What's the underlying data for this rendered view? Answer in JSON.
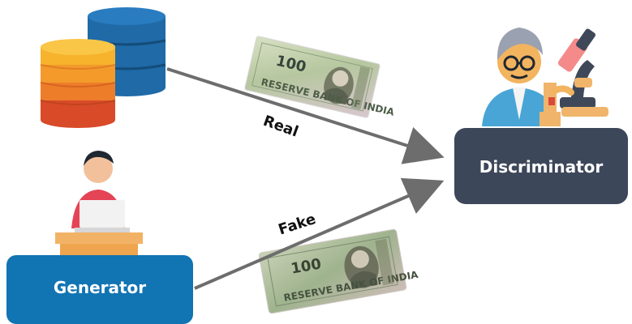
{
  "discriminator": {
    "label": "Discriminator",
    "fill": "#3d475a"
  },
  "generator": {
    "label": "Generator",
    "fill": "#1174b3"
  },
  "edges": {
    "real_label": "Real",
    "fake_label": "Fake",
    "arrow_color": "#6d6d6d"
  },
  "icons": {
    "data_source": "database-stack-icon",
    "generator_person": "person-laptop-icon",
    "discriminator_person": "scientist-microscope-icon",
    "real_sample": "banknote-icon",
    "fake_sample": "banknote-icon"
  },
  "banknote": {
    "denomination": "100"
  },
  "colors": {
    "db_blue": "#1f6aa7",
    "db_blue_dark": "#144c79",
    "db_orange_top": "#f6b32b",
    "db_orange_mid": "#ee7d2a",
    "db_orange_bottom": "#d84a28",
    "desk": "#f2b266",
    "note_green": "#b9c9a1"
  }
}
